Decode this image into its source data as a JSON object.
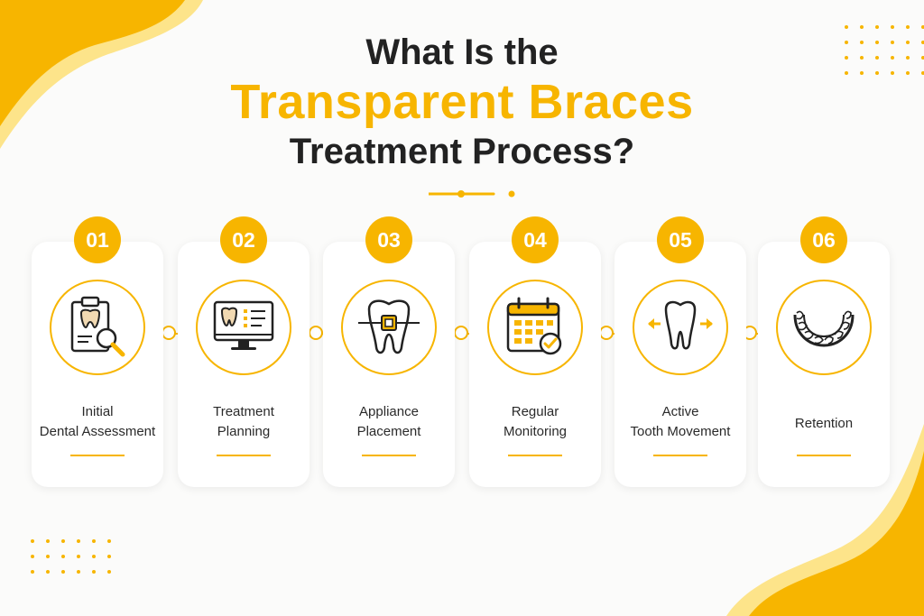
{
  "title": {
    "line1": "What Is the",
    "line2": "Transparent Braces",
    "line3": "Treatment Process?"
  },
  "colors": {
    "accent": "#f7b500",
    "text_dark": "#222222",
    "card_bg": "#ffffff",
    "page_bg": "#fbfbfa"
  },
  "steps": [
    {
      "number": "01",
      "line1": "Initial",
      "line2": "Dental Assessment",
      "icon": "clipboard-magnifier-icon"
    },
    {
      "number": "02",
      "line1": "Treatment",
      "line2": "Planning",
      "icon": "monitor-tooth-icon"
    },
    {
      "number": "03",
      "line1": "Appliance",
      "line2": "Placement",
      "icon": "tooth-bracket-icon"
    },
    {
      "number": "04",
      "line1": "Regular",
      "line2": "Monitoring",
      "icon": "calendar-check-icon"
    },
    {
      "number": "05",
      "line1": "Active",
      "line2": "Tooth Movement",
      "icon": "tooth-arrows-icon"
    },
    {
      "number": "06",
      "line1": "Retention",
      "line2": "",
      "icon": "aligner-tray-icon"
    }
  ]
}
